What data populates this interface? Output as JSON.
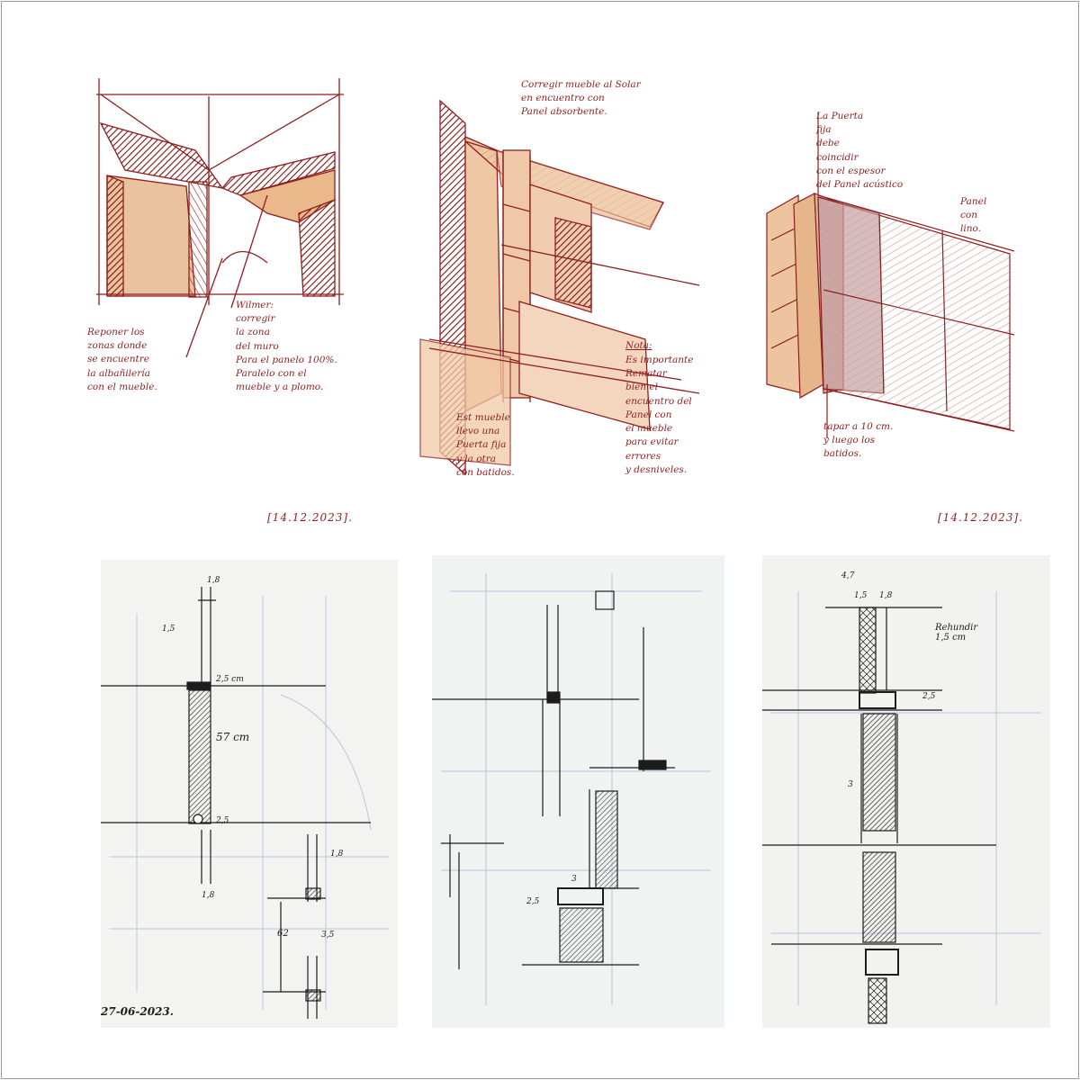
{
  "colors": {
    "red_ink": "#8e1f1f",
    "ochre_fill": "#e8b98b",
    "dark_hatch": "#7a1414",
    "black_ink": "#1c1c1c",
    "blue_pencil": "#b7c7dd",
    "paper": "#f2f2f0"
  },
  "red_sketches": {
    "left": {
      "note_left": "Reponer los\nzonas donde\nse encuentre\nla albañilería\ncon el mueble.",
      "note_right": "Wilmer:\ncorregir\nla zona\ndel muro\nPara el panelo 100%.\nParalelo con el\nmueble y a plomo."
    },
    "middle": {
      "note_top": "Corregir mueble al Solar\nen encuentro con\nPanel absorbente.",
      "note_nota_title": "Nota:",
      "note_nota_body": "Es importante\nRematar\nbien el\nencuentro del\nPanel con\nel mueble\npara evitar\nerrores\ny desniveles.",
      "note_bottom": "Est mueble\nllevo una\nPuerta fija\ny la otra\ncon batidos."
    },
    "right": {
      "note_top": "La Puerta\nfija\ndebe\ncoincidir\ncon el espesor\ndel Panel acústico",
      "note_side": "Panel\ncon\nlino.",
      "note_bottom": "tapar a 10 cm.\ny luego los\nbatidos."
    },
    "date_left": "[14.12.2023].",
    "date_right": "[14.12.2023]."
  },
  "ink_sketches": {
    "left": {
      "dims": [
        "1,8",
        "1,5",
        "2,5 cm",
        "57 cm",
        "2,5",
        "1,8",
        "1,8",
        "62",
        "3,5"
      ],
      "date": "27-06-2023."
    },
    "middle": {
      "dims": [
        "3",
        "2,5"
      ]
    },
    "right": {
      "dims": [
        "4,7",
        "1,5",
        "1,8",
        "Rehundir\n1,5 cm",
        "2,5",
        "3"
      ]
    }
  }
}
